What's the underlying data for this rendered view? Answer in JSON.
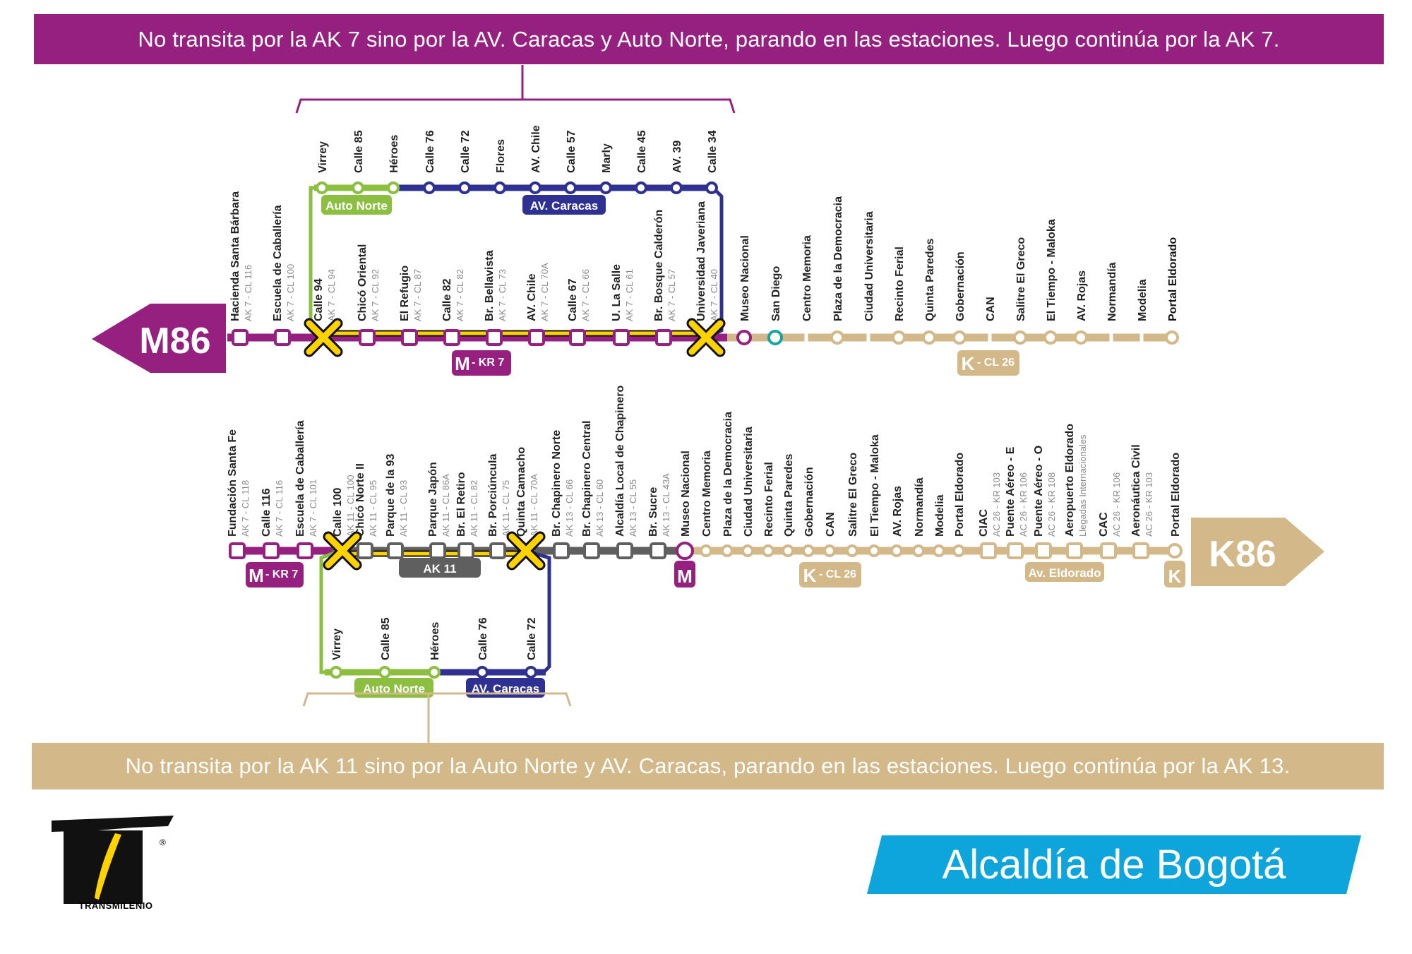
{
  "banner_top": "No transita por la AK 7 sino por la AV. Caracas y Auto Norte, parando en las estaciones. Luego continúa por la AK 7.",
  "banner_bottom": "No transita por la AK 11 sino por la Auto Norte y AV. Caracas, parando en las estaciones. Luego continúa por la AK 13.",
  "colors": {
    "magenta": "#95207f",
    "tan": "#d3b98a",
    "green": "#8cbf3f",
    "blue": "#2e3192",
    "gray": "#5f5f5f",
    "yellow": "#ffd200",
    "cyan": "#0ea5dc"
  },
  "route_m86": {
    "badge": "M86",
    "corridor_tag_m": "M",
    "corridor_tag_m_text": "- KR 7",
    "corridor_tag_k": "K",
    "corridor_tag_k_text": "- CL 26",
    "detour_line_labels": [
      "Auto Norte",
      "AV. Caracas"
    ],
    "detour_stations": [
      "Virrey",
      "Calle 85",
      "Héroes",
      "Calle 76",
      "Calle 72",
      "Flores",
      "AV. Chile",
      "Calle 57",
      "Marly",
      "Calle 45",
      "AV. 39",
      "Calle 34"
    ],
    "stops": [
      {
        "name": "Hacienda Santa Bárbara",
        "sub": "AK 7 - CL 116"
      },
      {
        "name": "Escuela de Caballería",
        "sub": "AK 7 - CL 100"
      },
      {
        "name": "Calle 94",
        "sub": "AK 7 - CL 94"
      },
      {
        "name": "Chicó Oriental",
        "sub": "AK 7 - CL 92"
      },
      {
        "name": "El Refugio",
        "sub": "AK 7 - CL 87"
      },
      {
        "name": "Calle 82",
        "sub": "AK 7 - CL 82"
      },
      {
        "name": "Br. Bellavista",
        "sub": "AK 7 - CL 73"
      },
      {
        "name": "AV. Chile",
        "sub": "AK 7 - CL 70A"
      },
      {
        "name": "Calle 67",
        "sub": "AK 7 - CL 66"
      },
      {
        "name": "U. La Salle",
        "sub": "AK 7 - CL 61"
      },
      {
        "name": "Br. Bosque Calderón",
        "sub": "AK 7 - CL 57"
      },
      {
        "name": "Universidad Javeriana",
        "sub": "AK 7 - CL 40"
      }
    ],
    "trunk_stations": [
      "Museo Nacional",
      "San Diego",
      "Centro Memoria",
      "Plaza de la Democracia",
      "Ciudad Universitaria",
      "Recinto Ferial",
      "Quinta Paredes",
      "Gobernación",
      "CAN",
      "Salitre El Greco",
      "El Tiempo - Maloka",
      "AV. Rojas",
      "Normandía",
      "Modelia",
      "Portal Eldorado"
    ]
  },
  "route_k86": {
    "badge": "K86",
    "corridor_tag_m": "M",
    "corridor_tag_m_text": "- KR 7",
    "corridor_tag_ak11": "AK 11",
    "corridor_tag_k": "K",
    "corridor_tag_k_text": "- CL 26",
    "corridor_tag_eldorado": "Av. Eldorado",
    "detour_line_labels": [
      "Auto Norte",
      "AV. Caracas"
    ],
    "detour_stations": [
      "Virrey",
      "Calle 85",
      "Héroes",
      "Calle 76",
      "Calle 72"
    ],
    "stops": [
      {
        "name": "Fundación Santa Fe",
        "sub": "AK 7 - CL 118"
      },
      {
        "name": "Calle 116",
        "sub": "AK 7 - CL 116"
      },
      {
        "name": "Escuela de Caballería",
        "sub": "AK 7 - CL 101"
      },
      {
        "name": "Calle 100",
        "sub": "AK 11 - CL 100"
      },
      {
        "name": "Chicó Norte II",
        "sub": "AK 11 - CL 95"
      },
      {
        "name": "Parque de la 93",
        "sub": "AK 11 - CL 93"
      },
      {
        "name": "Parque Japón",
        "sub": "AK 11 - CL 86A"
      },
      {
        "name": "Br. El Retiro",
        "sub": "AK 11 - CL 82"
      },
      {
        "name": "Br. Porciúncula",
        "sub": "AK 11 - CL 75"
      },
      {
        "name": "Quinta Camacho",
        "sub": "AK 11 - CL 70A"
      },
      {
        "name": "Br. Chapinero Norte",
        "sub": "AK 13 - CL 66"
      },
      {
        "name": "Br. Chapinero Central",
        "sub": "AK 13 - CL 60"
      },
      {
        "name": "Alcaldía Local de Chapinero",
        "sub": "AK 13 - CL 55"
      },
      {
        "name": "Br. Sucre",
        "sub": "AK 13 - CL 43A"
      }
    ],
    "trunk_stations": [
      "Museo Nacional",
      "Centro Memoria",
      "Plaza de la Democracia",
      "Ciudad Universitaria",
      "Recinto Ferial",
      "Quinta Paredes",
      "Gobernación",
      "CAN",
      "Salitre El Greco",
      "El Tiempo - Maloka",
      "AV. Rojas",
      "Normandía",
      "Modelia",
      "Portal Eldorado"
    ],
    "eldorado_stops": [
      {
        "name": "CIAC",
        "sub": "AC 26 - KR 103"
      },
      {
        "name": "Puente Aéreo - E",
        "sub": "AC 26 - KR 106"
      },
      {
        "name": "Puente Aéreo - O",
        "sub": "AC 26 - KR 108"
      },
      {
        "name": "Aeropuerto Eldorado",
        "sub": "Llegadas Internacionales"
      },
      {
        "name": "CAC",
        "sub": "AC 26 - KR 106"
      },
      {
        "name": "Aeronáutica Civil",
        "sub": "AC 26 - KR 103"
      }
    ],
    "terminal": "Portal Eldorado",
    "terminal_tag": "K"
  },
  "alcaldia": "Alcaldía de Bogotá",
  "logo_text": "TRANSMILENIO",
  "logo_reg": "®"
}
